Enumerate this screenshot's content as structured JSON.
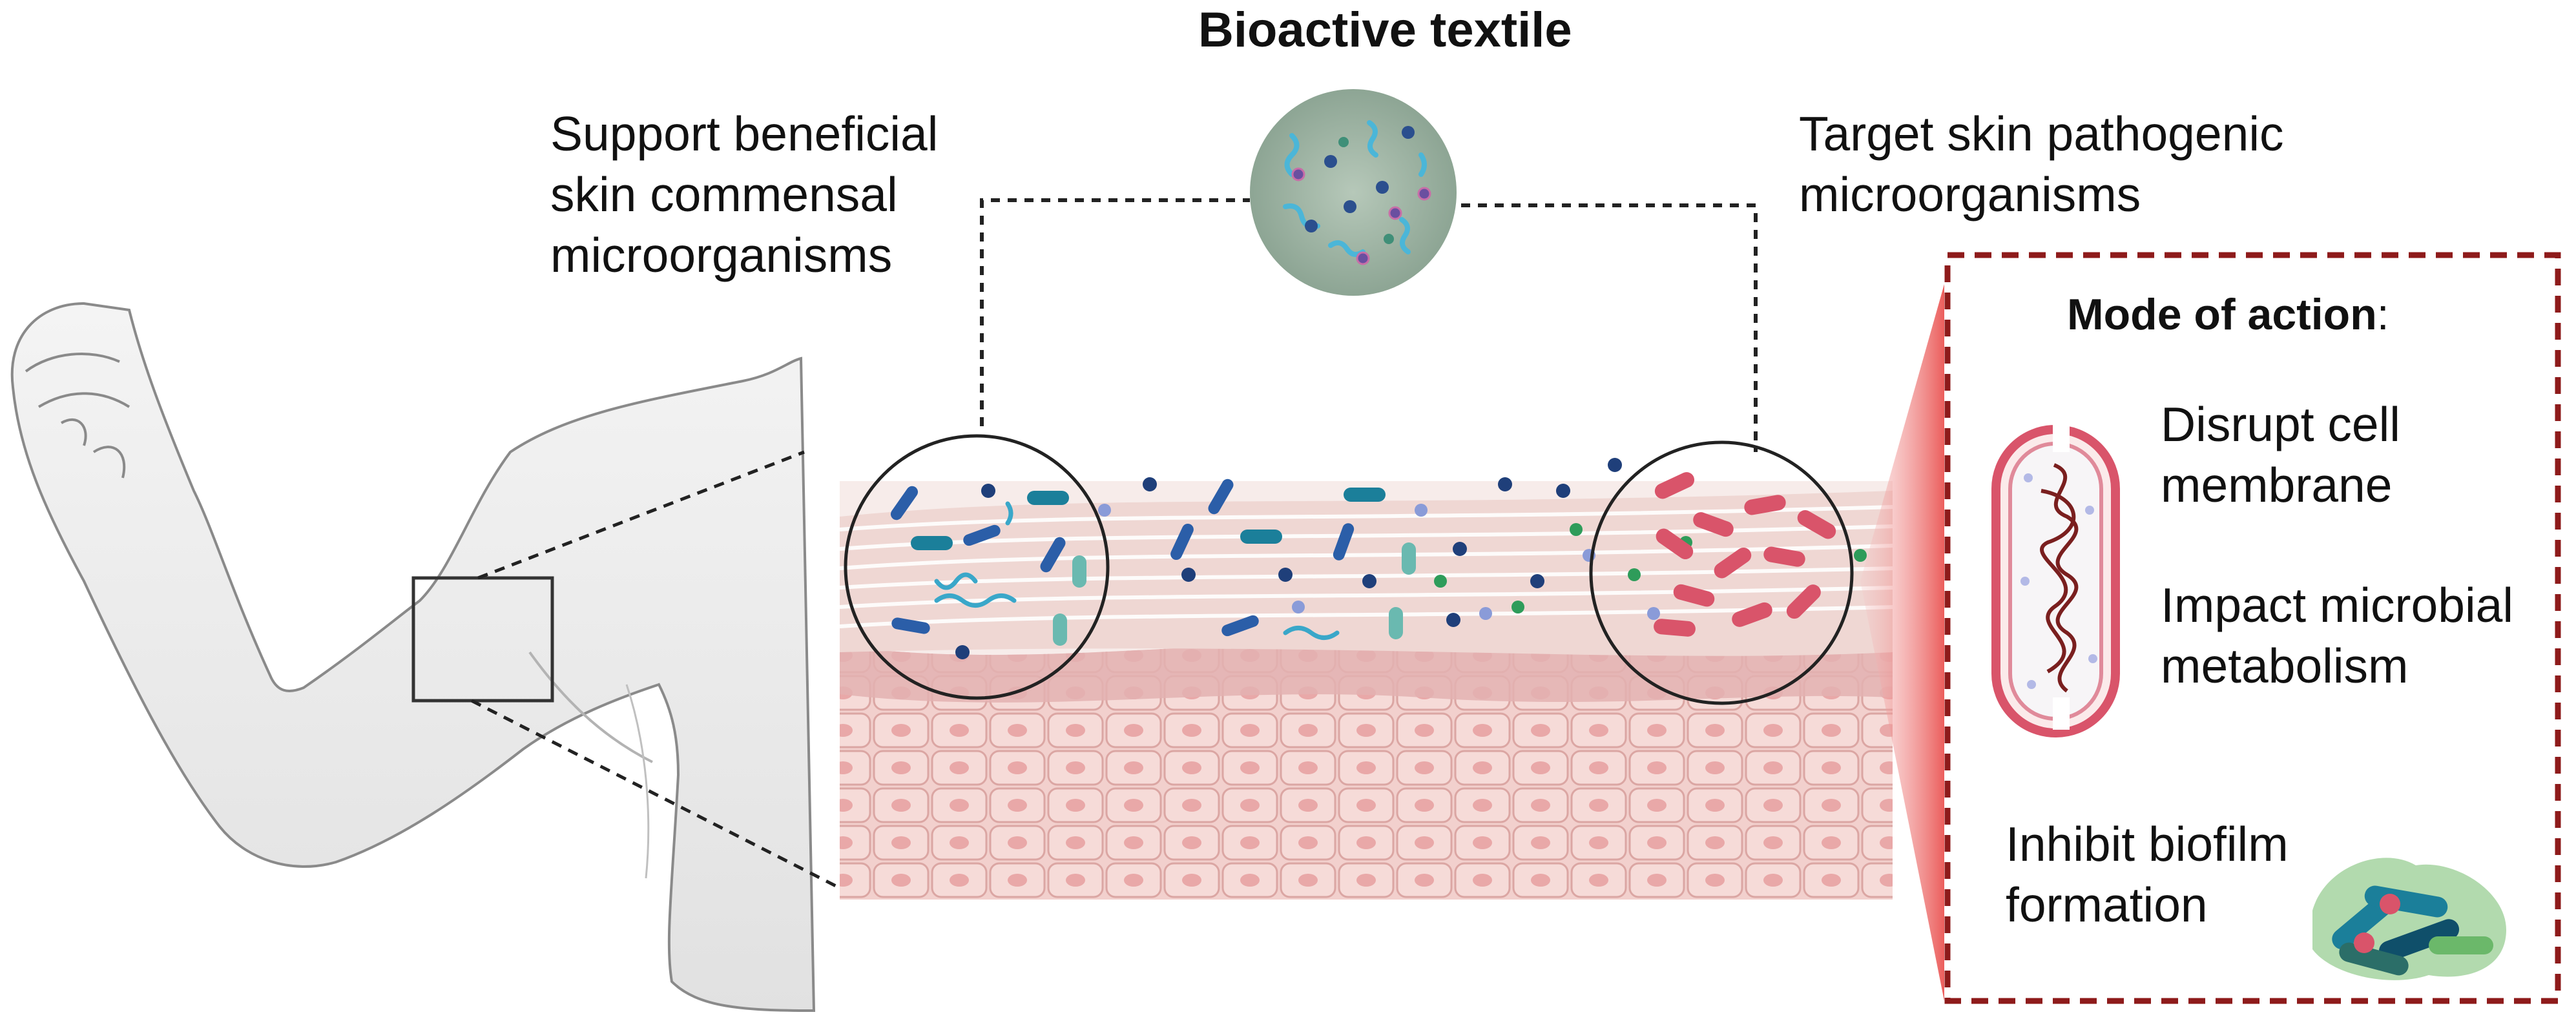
{
  "title": "Bioactive textile",
  "left_label": [
    "Support beneficial",
    "skin commensal",
    "microorganisms"
  ],
  "right_label": [
    "Target skin pathogenic",
    "microorganisms"
  ],
  "mode_of_action": {
    "heading": "Mode of action",
    "items": [
      {
        "lines": [
          "Disrupt cell",
          "membrane"
        ]
      },
      {
        "lines": [
          "Impact microbial",
          "metabolism"
        ]
      },
      {
        "lines": [
          "Inhibit biofilm",
          "formation"
        ]
      }
    ]
  },
  "icons": [
    "arm-icon",
    "textile-disc-icon",
    "skin-cross-section-icon",
    "bacterium-membrane-icon",
    "biofilm-icon"
  ],
  "colors": {
    "frame_red": "#8e1b1b",
    "skin_pink": "#e8b2b2",
    "commensal_blue": "#2b5ea8",
    "pathogen_red": "#d9546a",
    "textile_green": "#9cb4a4"
  }
}
